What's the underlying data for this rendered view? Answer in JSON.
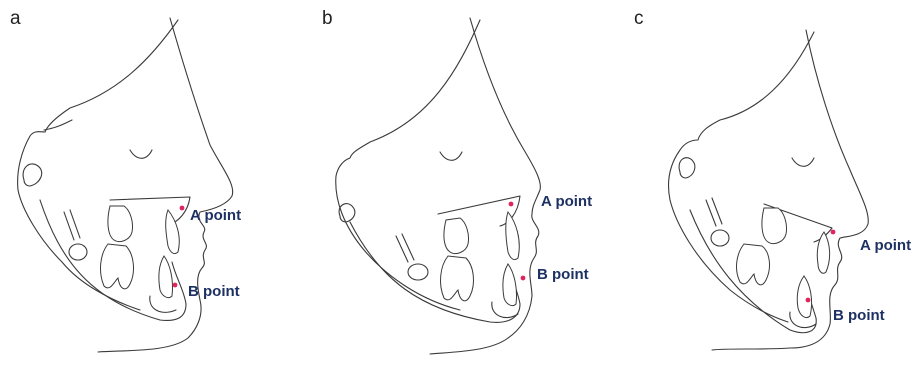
{
  "colors": {
    "label": "#1e3163",
    "landmark": "#e0245e",
    "line": "#3a3a3a"
  },
  "panels": [
    {
      "letter": "a",
      "a_label": "A point",
      "b_label": "B point"
    },
    {
      "letter": "b",
      "a_label": "A point",
      "b_label": "B point"
    },
    {
      "letter": "c",
      "a_label": "A point",
      "b_label": "B point"
    }
  ]
}
